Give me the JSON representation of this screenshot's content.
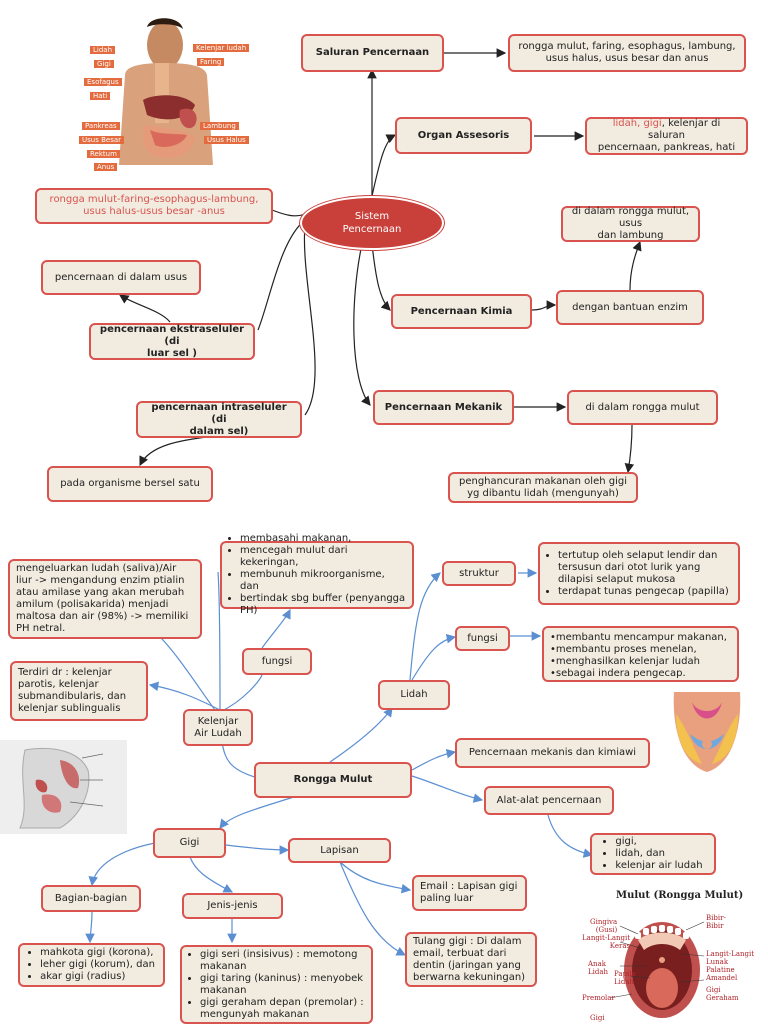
{
  "colors": {
    "box_bg": "#f2ece0",
    "box_border": "#d9534f",
    "center": "#c9403b",
    "arrow_top": "#222222",
    "arrow_bottom": "#5b8fd1"
  },
  "top": {
    "center": "Sistem\nPencernaan",
    "saluran": "Saluran Pencernaan",
    "saluran_detail": "rongga mulut, faring, esophagus, lambung,\nusus halus, usus besar dan anus",
    "organ": "Organ Assesoris",
    "organ_detail_red": "lidah, gigi",
    "organ_detail_rest": ", kelenjar di saluran\npencernaan, pankreas, hati",
    "kimia": "Pencernaan Kimia",
    "kimia_enzim": "dengan bantuan enzim",
    "kimia_lokasi": "di dalam rongga mulut, usus\ndan lambung",
    "mekanik": "Pencernaan Mekanik",
    "mekanik_lokasi": "di dalam rongga mulut",
    "mekanik_detail": "penghancuran makanan oleh gigi\nyg dibantu lidah (mengunyah)",
    "ekstra": "pencernaan ekstraseluler (di\nluar sel )",
    "ekstra_detail": "pencernaan di dalam usus",
    "intra": "pencernaan intraseluler (di\ndalam sel)",
    "intra_detail": "pada organisme bersel satu",
    "alur": "rongga mulut-faring-esophagus-lambung,\nusus halus-usus besar -anus",
    "body_labels": {
      "lidah": "Lidah",
      "gigi": "Gigi",
      "esofagus": "Esofagus",
      "hati": "Hati",
      "pankreas": "Pankreas",
      "usus_besar": "Usus Besar",
      "rektum": "Rektum",
      "anus": "Anus",
      "kelenjar_ludah": "Kelenjar ludah",
      "faring": "Faring",
      "lambung": "Lambung",
      "usus_halus": "Usus Halus"
    }
  },
  "bottom": {
    "rongga": "Rongga Mulut",
    "kelenjar": "Kelenjar\nAir Ludah",
    "kelenjar_fungsi": "fungsi",
    "kelenjar_fungsi_list": [
      "membasahi makanan,",
      "mencegah mulut dari kekeringan,",
      "membunuh mikroorganisme, dan",
      "bertindak sbg buffer (penyangga PH)"
    ],
    "ludah_detail": "mengeluarkan ludah (saliva)/Air liur  -> mengandung enzim ptialin atau amilase yang akan merubah amilum (polisakarida) menjadi maltosa dan air (98%) -> memiliki PH netral.",
    "kelenjar_jenis": "Terdiri dr : kelenjar parotis, kelenjar submandibularis, dan kelenjar sublingualis",
    "lidah": "Lidah",
    "lidah_struktur": "struktur",
    "lidah_struktur_list": [
      "tertutup oleh selaput lendir dan tersusun dari otot lurik yang dilapisi selaput mukosa",
      "terdapat tunas pengecap (papilla)"
    ],
    "lidah_fungsi": "fungsi",
    "lidah_fungsi_list": [
      "•membantu mencampur makanan,",
      "•membantu proses menelan,",
      "•menghasilkan kelenjar ludah",
      "•sebagai indera pengecap."
    ],
    "pencernaan_mk": "Pencernaan mekanis dan kimiawi",
    "alat": "Alat-alat pencernaan",
    "alat_list": [
      "gigi,",
      "lidah, dan",
      "kelenjar air ludah"
    ],
    "gigi": "Gigi",
    "lapisan": "Lapisan",
    "email": "Email : Lapisan gigi paling luar",
    "tulang": "Tulang gigi : Di dalam email, terbuat dari dentin (jaringan yang berwarna kekuningan)",
    "bagian": "Bagian-bagian",
    "bagian_list": [
      "mahkota gigi (korona),",
      "leher gigi (korum), dan",
      "akar gigi (radius)"
    ],
    "jenis": "Jenis-jenis",
    "jenis_list": [
      "gigi seri (insisivus) : memotong makanan",
      "gigi taring (kaninus) : menyobek makanan",
      "gigi geraham depan (premolar) : mengunyah makanan"
    ],
    "mouth_title": "Mulut (Rongga Mulut)",
    "mouth_labels": {
      "gingiva": "Gingiva\n(Gusi)",
      "bibir": "Bibir-\nBibir",
      "langit_keras": "Langit-Langit\nKeras",
      "langit_lunak": "Langit-Langit\nLunak",
      "anak_lidah": "Anak\nLidah",
      "palatine": "Palatine\nAmandel",
      "papila": "Papila\nLidah",
      "premolar": "Premolar",
      "gigi_geraham": "Gigi\nGeraham",
      "gigi": "Gigi"
    }
  }
}
